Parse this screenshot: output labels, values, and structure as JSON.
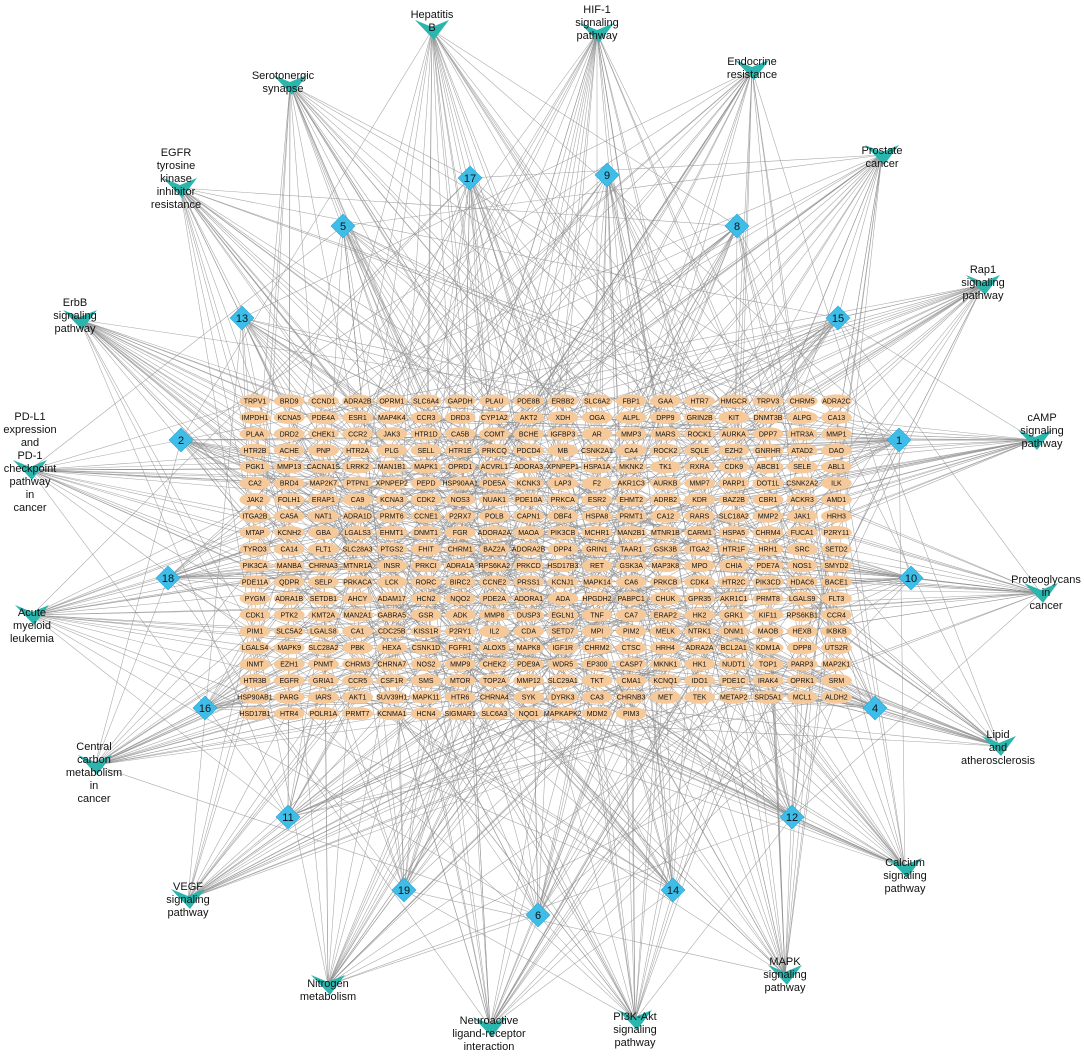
{
  "colors": {
    "pathway": "#2ab5ad",
    "cluster": "#3dbde8",
    "gene": "#f5c99a",
    "edge": "#8e8e8e",
    "text": "#111111"
  },
  "node_shapes": {
    "pathway": "v-shape",
    "cluster": "diamond",
    "gene": "ellipse"
  },
  "pathways": [
    {
      "id": "p_hepb",
      "lines": [
        "Hepatitis",
        "B"
      ]
    },
    {
      "id": "p_hif1",
      "lines": [
        "HIF-1",
        "signaling",
        "pathway"
      ]
    },
    {
      "id": "p_endo",
      "lines": [
        "Endocrine",
        "resistance"
      ]
    },
    {
      "id": "p_sero",
      "lines": [
        "Serotonergic",
        "synapse"
      ]
    },
    {
      "id": "p_egfr",
      "lines": [
        "EGFR",
        "tyrosine",
        "kinase",
        "inhibitor",
        "resistance"
      ]
    },
    {
      "id": "p_prost",
      "lines": [
        "Prostate",
        "cancer"
      ]
    },
    {
      "id": "p_rap1",
      "lines": [
        "Rap1",
        "signaling",
        "pathway"
      ]
    },
    {
      "id": "p_erbb",
      "lines": [
        "ErbB",
        "signaling",
        "pathway"
      ]
    },
    {
      "id": "p_pdl1",
      "lines": [
        "PD-L1",
        "expression",
        "and",
        "PD-1",
        "checkpoint",
        "pathway",
        "in",
        "cancer"
      ]
    },
    {
      "id": "p_camp",
      "lines": [
        "cAMP",
        "signaling",
        "pathway"
      ]
    },
    {
      "id": "p_proteo",
      "lines": [
        "Proteoglycans",
        "in",
        "cancer"
      ]
    },
    {
      "id": "p_aml",
      "lines": [
        "Acute",
        "myeloid",
        "leukemia"
      ]
    },
    {
      "id": "p_lipid",
      "lines": [
        "Lipid",
        "and",
        "atherosclerosis"
      ]
    },
    {
      "id": "p_ccm",
      "lines": [
        "Central",
        "carbon",
        "metabolism",
        "in",
        "cancer"
      ]
    },
    {
      "id": "p_calc",
      "lines": [
        "Calcium",
        "signaling",
        "pathway"
      ]
    },
    {
      "id": "p_vegf",
      "lines": [
        "VEGF",
        "signaling",
        "pathway"
      ]
    },
    {
      "id": "p_mapk",
      "lines": [
        "MAPK",
        "signaling",
        "pathway"
      ]
    },
    {
      "id": "p_nitro",
      "lines": [
        "Nitrogen",
        "metabolism"
      ]
    },
    {
      "id": "p_neuro",
      "lines": [
        "Neuroactive",
        "ligand-receptor",
        "interaction"
      ]
    },
    {
      "id": "p_pi3k",
      "lines": [
        "PI3K-Akt",
        "signaling",
        "pathway"
      ]
    }
  ],
  "clusters": [
    "17",
    "9",
    "5",
    "8",
    "13",
    "15",
    "2",
    "1",
    "18",
    "10",
    "16",
    "4",
    "11",
    "12",
    "19",
    "14",
    "6"
  ],
  "gene_rows": [
    [
      "TRPV1",
      "BRD9",
      "CCND1",
      "ADRA2B",
      "OPRM1",
      "SLC6A4",
      "GAPDH",
      "PLAU",
      "PDE8B",
      "ERBB2",
      "SLC6A2",
      "FBP1",
      "GAA",
      "HTR7",
      "HMGCR",
      "TRPV3",
      "CHRM5",
      "ADRA2C"
    ],
    [
      "IMPDH1",
      "KCNA5",
      "PDE4A",
      "ESR1",
      "MAP4K4",
      "CCR3",
      "DRD3",
      "CYP1A2",
      "AKT2",
      "XDH",
      "OGA",
      "ALPL",
      "DPP9",
      "GRIN2B",
      "KIT",
      "DNMT3B",
      "ALPG",
      "CA13"
    ],
    [
      "PLAA",
      "DRD2",
      "CHEK1",
      "CCR2",
      "JAK3",
      "HTR1D",
      "CA5B",
      "COMT",
      "BCHE",
      "IGFBP3",
      "AR",
      "MMP3",
      "MARS",
      "ROCK1",
      "AURKA",
      "DPP7",
      "HTR3A",
      "MMP1"
    ],
    [
      "HTR2B",
      "ACHE",
      "PNP",
      "HTR2A",
      "PLG",
      "SELL",
      "HTR1E",
      "PRKCQ",
      "PDCD4",
      "MB",
      "CSNK2A1",
      "CA4",
      "ROCK2",
      "SQLE",
      "EZH2",
      "GNRHR",
      "ATAD2",
      "DAO"
    ],
    [
      "PGK1",
      "MMP13",
      "CACNA1S",
      "LRRK2",
      "MAN1B1",
      "MAPK1",
      "OPRD1",
      "ACVRL1",
      "ADORA3",
      "XPNPEP1",
      "HSPA1A",
      "MKNK2",
      "TK1",
      "RXRA",
      "CDK9",
      "ABCB1",
      "SELE",
      "ABL1"
    ],
    [
      "CA2",
      "BRD4",
      "MAP2K7",
      "PTPN1",
      "XPNPEP2",
      "PEPD",
      "HSP90AA1",
      "PDE5A",
      "KCNK3",
      "LAP3",
      "F2",
      "AKR1C3",
      "AURKB",
      "MMP7",
      "PARP1",
      "DOT1L",
      "CSNK2A2",
      "ILK"
    ],
    [
      "JAK2",
      "FOLH1",
      "ERAP1",
      "CA9",
      "KCNA3",
      "CDK2",
      "NOS3",
      "NUAK1",
      "PDE10A",
      "PRKCA",
      "ESR2",
      "EHMT2",
      "ADRB2",
      "KDR",
      "BAZ2B",
      "CBR1",
      "ACKR3",
      "AMD1"
    ],
    [
      "ITGA2B",
      "CA5A",
      "NAT1",
      "ADRA1D",
      "PRMT6",
      "CCNE1",
      "P2RX7",
      "POLB",
      "CAPN1",
      "DBF4",
      "HSPA8",
      "PRMT1",
      "CA12",
      "RARS",
      "SLC18A2",
      "MMP2",
      "JAK1",
      "HRH3"
    ],
    [
      "MTAP",
      "KCNH2",
      "GBA",
      "LGALS3",
      "EHMT1",
      "DNMT1",
      "FGR",
      "ADORA2A",
      "MAOA",
      "PIK3CB",
      "MCHR1",
      "MAN2B1",
      "MTNR1B",
      "CARM1",
      "HSPA5",
      "CHRM4",
      "FUCA1",
      "P2RY11"
    ],
    [
      "TYRO3",
      "CA14",
      "FLT1",
      "SLC28A3",
      "PTGS2",
      "FHIT",
      "CHRM1",
      "BAZ2A",
      "ADORA2B",
      "DPP4",
      "GRIN1",
      "TAAR1",
      "GSK3B",
      "ITGA2",
      "HTR1F",
      "HRH1",
      "SRC",
      "SETD2"
    ],
    [
      "PIK3CA",
      "MANBA",
      "CHRNA3",
      "MTNR1A",
      "INSR",
      "PRKCI",
      "ADRA1A",
      "RPS6KA2",
      "PRKCD",
      "HSD17B3",
      "RET",
      "GSK3A",
      "MAP3K8",
      "MPO",
      "CHIA",
      "PDE7A",
      "NOS1",
      "SMYD2"
    ],
    [
      "PDE11A",
      "QDPR",
      "SELP",
      "PRKACA",
      "LCK",
      "RORC",
      "BIRC2",
      "CCNE2",
      "PRSS1",
      "KCNJ1",
      "MAPK14",
      "CA6",
      "PRKCB",
      "CDK4",
      "HTR2C",
      "PIK3CD",
      "HDAC6",
      "BACE1"
    ],
    [
      "PYGM",
      "ADRA1B",
      "SETDB1",
      "AHCY",
      "ADAM17",
      "HCN2",
      "NQO2",
      "PDE2A",
      "ADORA1",
      "ADA",
      "HPGDH2",
      "PABPC1",
      "CHUK",
      "GPR35",
      "AKR1C1",
      "PRMT8",
      "LGALS9",
      "FLT3"
    ],
    [
      "CDK1",
      "PTK2",
      "KMT2A",
      "MAN2A1",
      "GABRA5",
      "GSR",
      "ADK",
      "MMP8",
      "DUSP3",
      "EGLN1",
      "TNF",
      "CA7",
      "ERAP2",
      "HK2",
      "GRK1",
      "KIF11",
      "RPS6KB1",
      "CCR4"
    ],
    [
      "PIM1",
      "SLC5A2",
      "LGALS8",
      "CA1",
      "CDC25B",
      "KISS1R",
      "P2RY1",
      "IL2",
      "CDA",
      "SETD7",
      "MPI",
      "PIM2",
      "MELK",
      "NTRK1",
      "DNM1",
      "MAOB",
      "HEXB",
      "IKBKB"
    ],
    [
      "LGALS4",
      "MAPK9",
      "SLC28A2",
      "PBK",
      "HEXA",
      "CSNK1D",
      "FGFR1",
      "ALOX5",
      "MAPK8",
      "IGF1R",
      "CHRM2",
      "CTSC",
      "HRH4",
      "ADRA2A",
      "BCL2A1",
      "KDM1A",
      "DPP8",
      "UTS2R"
    ],
    [
      "INMT",
      "EZH1",
      "PNMT",
      "CHRM3",
      "CHRNA7",
      "NOS2",
      "MMP9",
      "CHEK2",
      "PDE9A",
      "WDR5",
      "EP300",
      "CASP7",
      "MKNK1",
      "HK1",
      "NUDT1",
      "TOP1",
      "PARP3",
      "MAP2K1"
    ],
    [
      "HTR3B",
      "EGFR",
      "GRIA1",
      "CCR5",
      "CSF1R",
      "SMS",
      "MTOR",
      "TOP2A",
      "MMP12",
      "SLC29A1",
      "TKT",
      "CMA1",
      "KCNQ1",
      "IDO1",
      "PDE1C",
      "IRAK4",
      "OPRK1",
      "SRM"
    ],
    [
      "HSP90AB1",
      "PARG",
      "IARS",
      "AKT1",
      "SUV39H1",
      "MAPK11",
      "HTR6",
      "CHRNA4",
      "SYK",
      "DYRK3",
      "CA3",
      "CHRNB3",
      "MET",
      "TEK",
      "METAP2",
      "SRD5A1",
      "MCL1",
      "ALDH2"
    ],
    [
      "HSD17B1",
      "HTR4",
      "POLR1A",
      "PRMT7",
      "KCNMA1",
      "HCN4",
      "SIGMAR1",
      "SLC6A3",
      "NQO1",
      "MAPKAPK2",
      "MDM2",
      "PIM3"
    ]
  ]
}
